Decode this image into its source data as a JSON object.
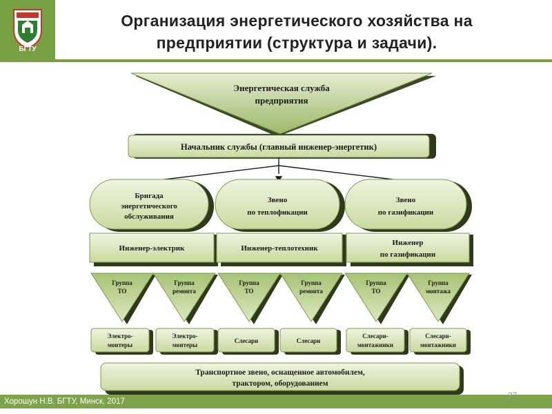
{
  "header": {
    "title_line1": "Организация энергетического хозяйства на",
    "title_line2": "предприятии (структура и задачи).",
    "logo_text": "БГТУ"
  },
  "diagram": {
    "top": {
      "line1": "Энергетическая служба",
      "line2": "предприятия"
    },
    "chief": "Начальник службы (главный инженер-энергетик)",
    "units": [
      {
        "line1": "Бригада",
        "line2": "энергетического",
        "line3": "обслуживания"
      },
      {
        "line1": "Звено",
        "line2": "по теплофикации"
      },
      {
        "line1": "Звено",
        "line2": "по газификации"
      }
    ],
    "engineers": [
      {
        "line1": "Инженер-электрик"
      },
      {
        "line1": "Инженер-теплотехник"
      },
      {
        "line1": "Инженер",
        "line2": "по газификации"
      }
    ],
    "groups": [
      {
        "line1": "Группа",
        "line2": "ТО"
      },
      {
        "line1": "Группа",
        "line2": "ремонта"
      },
      {
        "line1": "Группа",
        "line2": "ТО"
      },
      {
        "line1": "Группа",
        "line2": "ремонта"
      },
      {
        "line1": "Группа",
        "line2": "ТО"
      },
      {
        "line1": "Группа",
        "line2": "монтажа"
      }
    ],
    "workers": [
      {
        "line1": "Электро-",
        "line2": "монтеры"
      },
      {
        "line1": "Электро-",
        "line2": "монтеры"
      },
      {
        "line1": "Слесари"
      },
      {
        "line1": "Слесари"
      },
      {
        "line1": "Слесари-",
        "line2": "монтажники"
      },
      {
        "line1": "Слесари-",
        "line2": "монтажники"
      }
    ],
    "transport": {
      "line1": "Транспортное звено, оснащенное автомобилем,",
      "line2": "трактором, оборудованием"
    }
  },
  "footer": {
    "text": "Хорошун Н.В. БГТУ, Минск, 2017",
    "page": "27"
  },
  "colors": {
    "accent": "#77a043",
    "box_light": "#dde8c4",
    "box_dark": "#9cb86a",
    "shadow": "#2f3a1d"
  }
}
